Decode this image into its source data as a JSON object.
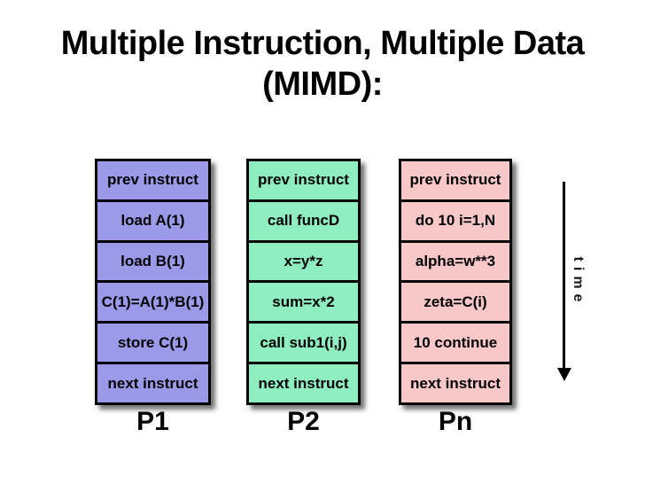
{
  "slide": {
    "title_line1": "Multiple Instruction, Multiple Data",
    "title_line2": "(MIMD):"
  },
  "processors": [
    {
      "label": "P1",
      "fill": "#9a9ae8",
      "cells": [
        "prev instruct",
        "load A(1)",
        "load B(1)",
        "C(1)=A(1)*B(1)",
        "store C(1)",
        "next instruct"
      ]
    },
    {
      "label": "P2",
      "fill": "#8eeec0",
      "cells": [
        "prev instruct",
        "call funcD",
        "x=y*z",
        "sum=x*2",
        "call sub1(i,j)",
        "next instruct"
      ]
    },
    {
      "label": "Pn",
      "fill": "#f8c7c7",
      "cells": [
        "prev instruct",
        "do 10 i=1,N",
        "alpha=w**3",
        "zeta=C(i)",
        "10 continue",
        "next instruct"
      ]
    }
  ],
  "time_axis": {
    "label": "time",
    "direction": "down"
  },
  "colors": {
    "background": "#ffffff",
    "border": "#000000",
    "text": "#000000",
    "p1_fill": "#9a9ae8",
    "p2_fill": "#8eeec0",
    "pn_fill": "#f8c7c7"
  }
}
